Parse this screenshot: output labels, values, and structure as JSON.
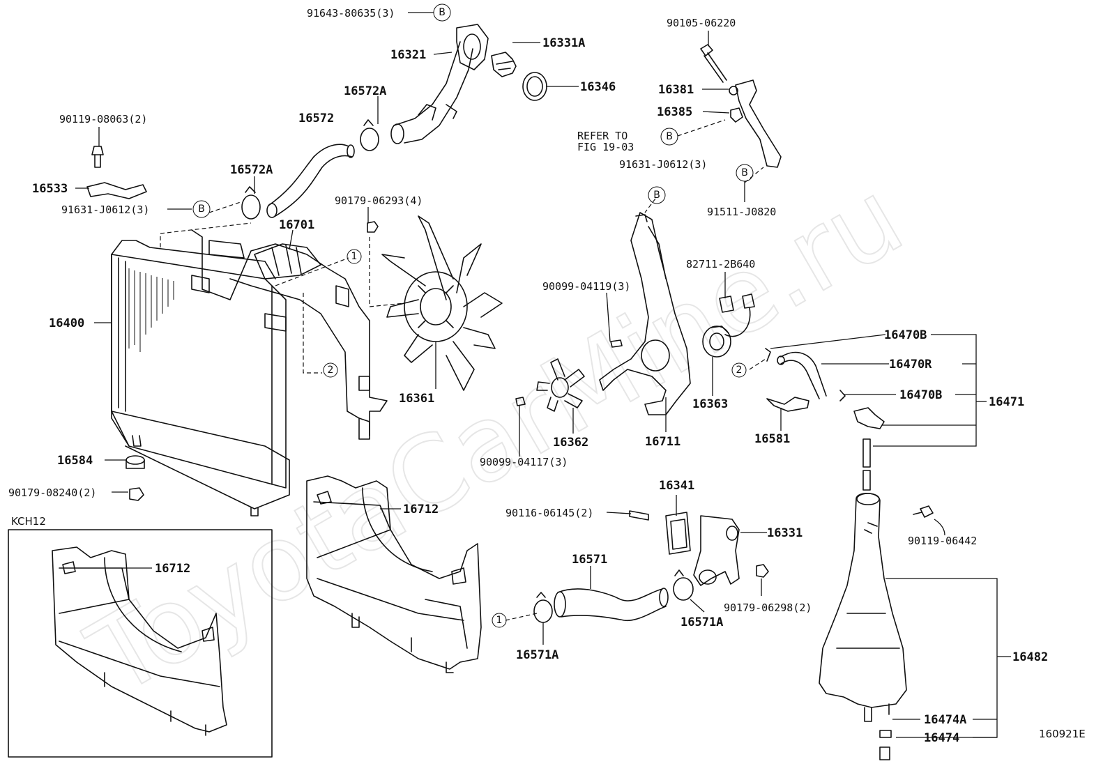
{
  "watermark": "ToyotaCarMine.ru",
  "inset_title": "KCH12",
  "figure_code": "160921E",
  "refer_note": {
    "line1": "REFER TO",
    "line2": "FIG 19-03"
  },
  "refs": {
    "B": "B",
    "one": "1",
    "two": "2"
  },
  "labels": {
    "p91643_80635": "91643-80635(3)",
    "p16331A": "16331A",
    "p16321": "16321",
    "p16346": "16346",
    "p16572A_top": "16572A",
    "p16572": "16572",
    "p90119_08063": "90119-08063(2)",
    "p16533": "16533",
    "p16572A_mid": "16572A",
    "p91631_j0612_left": "91631-J0612(3)",
    "p16701": "16701",
    "p90179_06293": "90179-06293(4)",
    "p16400": "16400",
    "p16361": "16361",
    "p16584": "16584",
    "p90179_08240": "90179-08240(2)",
    "p16712_main": "16712",
    "p16712_inset": "16712",
    "p90105_06220": "90105-06220",
    "p16381": "16381",
    "p16385": "16385",
    "p91631_j0612_right": "91631-J0612(3)",
    "p91511_j0820": "91511-J0820",
    "p82711_2b640": "82711-2B640",
    "p90099_04119": "90099-04119(3)",
    "p16363": "16363",
    "p16711": "16711",
    "p16362": "16362",
    "p90099_04117": "90099-04117(3)",
    "p16470B_top": "16470B",
    "p16470R": "16470R",
    "p16470B_bot": "16470B",
    "p16471": "16471",
    "p16581": "16581",
    "p16341": "16341",
    "p90116_06145": "90116-06145(2)",
    "p16331": "16331",
    "p16571": "16571",
    "p90179_06298": "90179-06298(2)",
    "p16571A_right": "16571A",
    "p16571A_left": "16571A",
    "p90119_06442": "90119-06442",
    "p16482": "16482",
    "p16474A": "16474A",
    "p16474": "16474"
  }
}
